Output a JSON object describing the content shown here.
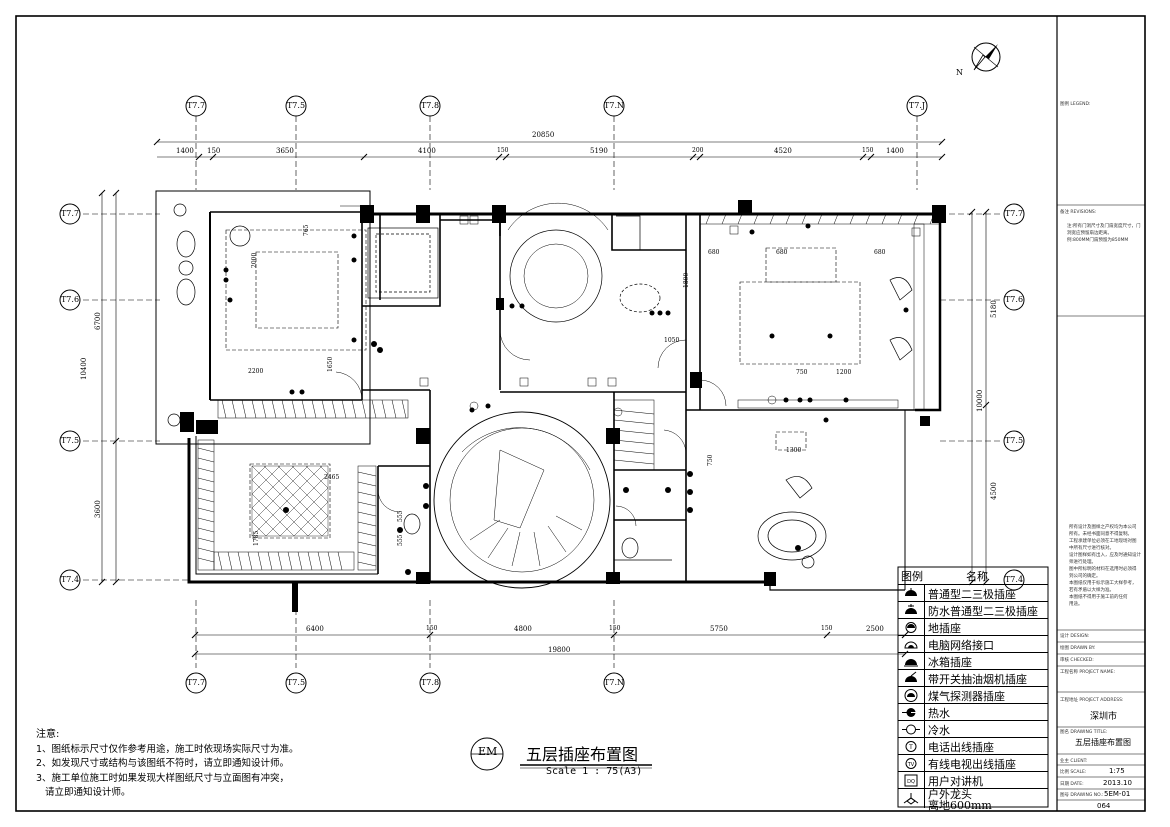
{
  "drawing": {
    "title": "五层插座布置图",
    "scale": "Scale 1 : 75(A3)",
    "symbol": "EM",
    "north": "N"
  },
  "axes": {
    "top": [
      "T7.7",
      "T7.5",
      "T7.8",
      "T7.N",
      "T7.J"
    ],
    "left": [
      "T7.7",
      "T7.6",
      "T7.5",
      "T7.4"
    ],
    "right": [
      "T7.7",
      "T7.6",
      "T7.5",
      "T7.4"
    ],
    "bottom": [
      "T7.7",
      "T7.5",
      "T7.8",
      "T7.N"
    ]
  },
  "dimensions": {
    "top_total": "20850",
    "top_segments": [
      "1400",
      "150",
      "3650",
      "4100",
      "150",
      "5190",
      "200",
      "4520",
      "150",
      "1400"
    ],
    "bottom_segments": [
      "6400",
      "150",
      "4800",
      "150",
      "5750",
      "150",
      "2500"
    ],
    "bottom_total": "19800",
    "left_total": "10400",
    "left_segments": [
      "6700",
      "3600"
    ],
    "right_total": "10000",
    "right_segments": [
      "5180",
      "4500"
    ],
    "interior": [
      "765",
      "2000",
      "2200",
      "1650",
      "1800",
      "1050",
      "680",
      "680",
      "680",
      "750",
      "1200",
      "1300",
      "750",
      "2465",
      "1785",
      "555",
      "555"
    ]
  },
  "notes": {
    "heading": "注意:",
    "lines": [
      "1、图纸标示尺寸仅作参考用途，施工时依现场实际尺寸为准。",
      "2、如发现尺寸或结构与该图纸不符时，请立即通知设计师。",
      "3、施工单位施工时如果发现大样图纸尺寸与立面图有冲突，",
      "   请立即通知设计师。"
    ]
  },
  "legend": {
    "header_symbol": "图例",
    "header_name": "名称",
    "items": [
      {
        "icon": "normal-socket-icon",
        "name": "普通型二三极插座"
      },
      {
        "icon": "waterproof-socket-icon",
        "name": "防水普通型二三极插座"
      },
      {
        "icon": "floor-socket-icon",
        "name": "地插座"
      },
      {
        "icon": "network-port-icon",
        "name": "电脑网络接口"
      },
      {
        "icon": "fridge-socket-icon",
        "name": "冰箱插座"
      },
      {
        "icon": "hood-socket-icon",
        "name": "带开关抽油烟机插座"
      },
      {
        "icon": "gas-detector-icon",
        "name": "煤气探测器插座"
      },
      {
        "icon": "hot-water-icon",
        "name": "热水"
      },
      {
        "icon": "cold-water-icon",
        "name": "冷水"
      },
      {
        "icon": "phone-outlet-icon",
        "name": "电话出线插座"
      },
      {
        "icon": "tv-outlet-icon",
        "name": "有线电视出线插座"
      },
      {
        "icon": "intercom-icon",
        "name": "用户对讲机"
      },
      {
        "icon": "outdoor-tap-icon",
        "name": "户外龙头",
        "sub": "离地600mm"
      }
    ]
  },
  "title_block": {
    "legend_label": "图例 LEGEND:",
    "revision_label": "备注 REVISIONS:",
    "revision_lines": [
      "注:所有门洞尺寸及门扇宽度尺寸，门",
      "洞宽应预留扇边距离。",
      "例:800MM门扇预留为850MM"
    ],
    "copyright_lines": [
      "所有设计及图样之产权均为本公司",
      "所有。未经书面同意不得复制。",
      "工程承建单位必须在工地现场对图",
      "中所有尺寸进行核对。",
      "设计图样如有出入，应及时通知设计",
      "师进行处理。",
      "图中所标明的材料在选用时必须得",
      "到公司的确定。",
      "本图纸仅用于标示施工大样参考，",
      "若有矛盾以大样为准。",
      "本图纸不得用于施工前的任何",
      "用途。"
    ],
    "design_label": "设计 DESIGN:",
    "drawn_label": "绘图 DRAWN BY:",
    "checked_label": "审核 CHECKED:",
    "project_name_label": "工程名称 PROJECT NAME:",
    "project_address_label": "工程地址 PROJECT ADDRESS:",
    "project_address": "深圳市",
    "drawing_title_label": "图名 DRAWING TITLE:",
    "drawing_title": "五层插座布置图",
    "client_label": "业主 CLIENT:",
    "scale_label": "比例 SCALE:",
    "scale": "1:75",
    "date_label": "日期 DATE:",
    "date": "2013.10",
    "drawing_no_label": "图号 DRAWING NO.:",
    "drawing_no": "5EM-01",
    "sheet_no": "064"
  }
}
